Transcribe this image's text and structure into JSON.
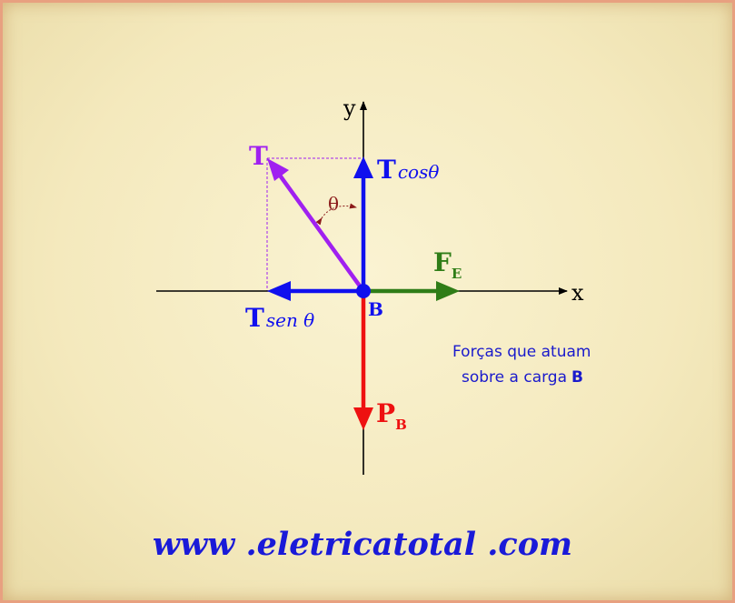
{
  "diagram": {
    "axis_x_label": "x",
    "axis_y_label": "y",
    "angle_label": "θ",
    "point_label": "B",
    "forces": {
      "T": {
        "label": "T"
      },
      "T_cos": {
        "main": "T",
        "sub": "cosθ"
      },
      "T_sen": {
        "main": "T",
        "sub": "sen θ"
      },
      "F_E": {
        "main": "F",
        "sub": "E"
      },
      "P_B": {
        "main": "P",
        "sub": "B"
      }
    },
    "caption_line1": "Forças  que atuam",
    "caption_line2_prefix": "sobre a carga",
    "caption_line2_bold": "B",
    "website": "www .eletricatotal .com"
  },
  "colors": {
    "tension": "#a020f0",
    "components": "#1010ee",
    "electric_force": "#2f7d17",
    "weight": "#ee1111",
    "axes": "#000000",
    "angle": "#8b1a1a",
    "caption": "#1a1acc",
    "website": "#1a1ad8"
  }
}
